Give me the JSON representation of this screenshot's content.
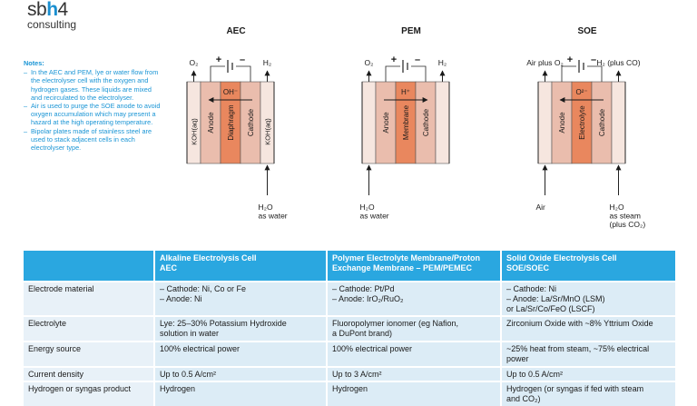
{
  "logo": {
    "line1_pre": "sb",
    "line1_accent": "h",
    "line1_post": "4",
    "line2": "consulting"
  },
  "colors": {
    "accent": "#2aa7e0",
    "notes_text": "#1a95d5",
    "cell_outer": "#f2dfd8",
    "cell_mid": "#eabdad",
    "separator": "#e9875e"
  },
  "notes": {
    "title": "Notes:",
    "items": [
      "In the AEC and PEM, lye or water flow from the electrolyser cell with the oxygen and hydrogen gases. These liquids are mixed and recirculated to the electrolyser.",
      "Air is used to purge the SOE anode to avoid oxygen accumulation which may present a hazard at the high operating temperature.",
      "Bipolar plates made of stainless steel are used to stack adjacent cells in each electrolyser type."
    ]
  },
  "cells": [
    {
      "title": "AEC",
      "ion": "OH⁻",
      "ion_direction": "left",
      "left_top": "O₂",
      "right_top": "H₂",
      "left_outer": "KOH(aq)",
      "anode": "Anode",
      "separator": "Diaphragm",
      "cathode": "Cathode",
      "right_outer": "KOH(aq)",
      "bottom_left": "",
      "bottom_right": [
        "H₂O",
        "as water"
      ]
    },
    {
      "title": "PEM",
      "ion": "H⁺",
      "ion_direction": "right",
      "left_top": "O₂",
      "right_top": "H₂",
      "left_outer": "",
      "anode": "Anode",
      "separator": "Membrane",
      "cathode": "Cathode",
      "right_outer": "",
      "bottom_left": [
        "H₂O",
        "as water"
      ],
      "bottom_right": ""
    },
    {
      "title": "SOE",
      "ion": "O²⁻",
      "ion_direction": "left",
      "left_top": "Air plus O₂",
      "right_top": "H₂ (plus CO)",
      "left_outer": "",
      "anode": "Anode",
      "separator": "Electrolyte",
      "cathode": "Cathode",
      "right_outer": "",
      "bottom_left": [
        "Air"
      ],
      "bottom_right": [
        "H₂O",
        "as steam",
        "(plus CO₂)"
      ]
    }
  ],
  "table": {
    "headers": [
      "",
      "Alkaline Electrolysis Cell\nAEC",
      "Polymer Electrolyte Membrane/Proton\nExchange Membrane – PEM/PEMEC",
      "Solid Oxide Electrolysis Cell\nSOE/SOEC"
    ],
    "rows": [
      [
        "Electrode material",
        "– Cathode: Ni, Co or Fe\n– Anode: Ni",
        "– Cathode: Pt/Pd\n– Anode: IrO₂/RuO₂",
        "– Cathode: Ni\n– Anode: La/Sr/MnO (LSM)\n   or La/Sr/Co/FeO (LSCF)"
      ],
      [
        "Electrolyte",
        "Lye: 25–30% Potassium Hydroxide\nsolution in water",
        "Fluoropolymer ionomer (eg Nafion,\na DuPont brand)",
        "Zirconium Oxide with ~8% Yttrium Oxide"
      ],
      [
        "Energy source",
        "100% electrical power",
        "100% electrical power",
        "~25% heat from steam, ~75% electrical\npower"
      ],
      [
        "Current density",
        "Up to 0.5 A/cm²",
        "Up to 3 A/cm²",
        "Up to 0.5 A/cm²"
      ],
      [
        "Hydrogen or syngas product",
        "Hydrogen",
        "Hydrogen",
        "Hydrogen (or syngas if fed with steam\nand CO₂)"
      ]
    ]
  }
}
